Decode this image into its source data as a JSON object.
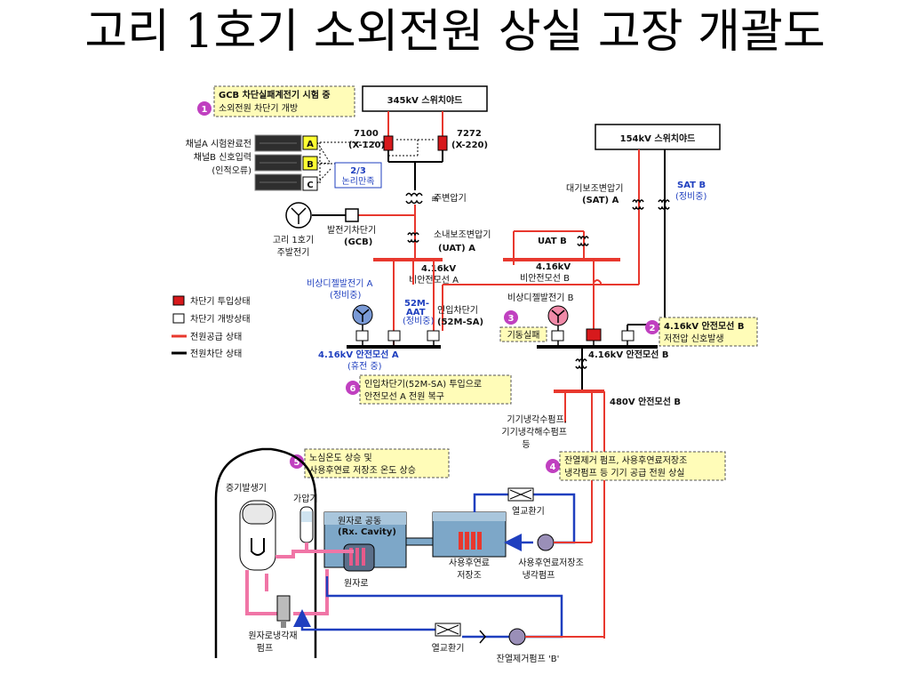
{
  "slide": {
    "title": "고리 1호기 소외전원 상실 고장 개괄도"
  },
  "callouts": {
    "c1": {
      "num": "1",
      "line1": "GCB 차단실패계전기 시험 중",
      "line2": "소외전원 차단기 개방"
    },
    "c2": {
      "num": "2",
      "line1": "4.16kV 안전모선 B",
      "line2": "저전압 신호발생"
    },
    "c3": {
      "num": "3",
      "line1": "기동실패"
    },
    "c4": {
      "num": "4",
      "line1": "잔열제거 펌프, 사용후연료저장조",
      "line2": "냉각펌프 등 기기 공급 전원 상실"
    },
    "c5": {
      "num": "5",
      "line1": "노심온도 상승 및",
      "line2": "사용후연료 저장조 온도 상승"
    },
    "c6": {
      "num": "6",
      "line1": "인입차단기(52M-SA) 투입으로",
      "line2": "안전모선 A 전원 복구"
    }
  },
  "switchyard": {
    "kv345": "345kV 스위치야드",
    "kv154": "154kV 스위치야드"
  },
  "breakers": {
    "b7100": "7100",
    "b7100_id": "(X-120)",
    "b7272": "7272",
    "b7272_id": "(X-220)"
  },
  "channels": {
    "label1": "채널A 시험완료전",
    "label2": "채널B 신호입력",
    "label3": "(인적오류)",
    "a": "A",
    "b": "B",
    "c": "C",
    "logic1": "2/3",
    "logic2": "논리만족"
  },
  "transformers": {
    "main": "주변압기",
    "uat_a1": "소내보조변압기",
    "uat_a2": "(UAT) A",
    "uat_b": "UAT B",
    "sat_a1": "대기보조변압기",
    "sat_a2": "(SAT) A",
    "sat_b1": "SAT B",
    "sat_b2": "(정비중)",
    "aat1": "52M-",
    "aat2": "AAT",
    "aat3": "(정비중)"
  },
  "generator": {
    "gcb1": "발전기차단기",
    "gcb2": "(GCB)",
    "gen1": "고리 1호기",
    "gen2": "주발전기"
  },
  "buses": {
    "nonsafe_a1": "4.16kV",
    "nonsafe_a2": "비안전모선 A",
    "nonsafe_b1": "4.16kV",
    "nonsafe_b2": "비안전모선 B",
    "safe_a1": "4.16kV 안전모선 A",
    "safe_a2": "(휴전 중)",
    "safe_b": "4.16kV 안전모선 B",
    "v480": "480V 안전모선 B"
  },
  "edg": {
    "a1": "비상디젤발전기 A",
    "a2": "(정비중)",
    "b": "비상디젤발전기 B"
  },
  "incoming": {
    "l1": "인입차단기",
    "l2": "(52M-SA)"
  },
  "legend": {
    "closed": "차단기 투입상태",
    "open": "차단기 개방상태",
    "powered": "전원공급 상태",
    "cut": "전원차단 상태",
    "colors": {
      "powered": "#e8382e",
      "cut": "#000000",
      "closed": "#d7191c"
    }
  },
  "loads": {
    "l1": "기기냉각수펌프,",
    "l2": "기기냉각해수펌프",
    "l3": "등"
  },
  "plant": {
    "sg": "증기발생기",
    "pressurizer": "가압기",
    "cavity1": "원자로 공동",
    "cavity2": "(Rx. Cavity)",
    "reactor": "원자로",
    "rcp1": "원자로냉각재",
    "rcp2": "펌프",
    "sfp1": "사용후연료",
    "sfp2": "저장조",
    "hx_top": "열교환기",
    "sfp_pump1": "사용후연료저장조",
    "sfp_pump2": "냉각펌프",
    "hx_bottom": "열교환기",
    "rhr_pump": "잔열제거펌프 'B'"
  }
}
